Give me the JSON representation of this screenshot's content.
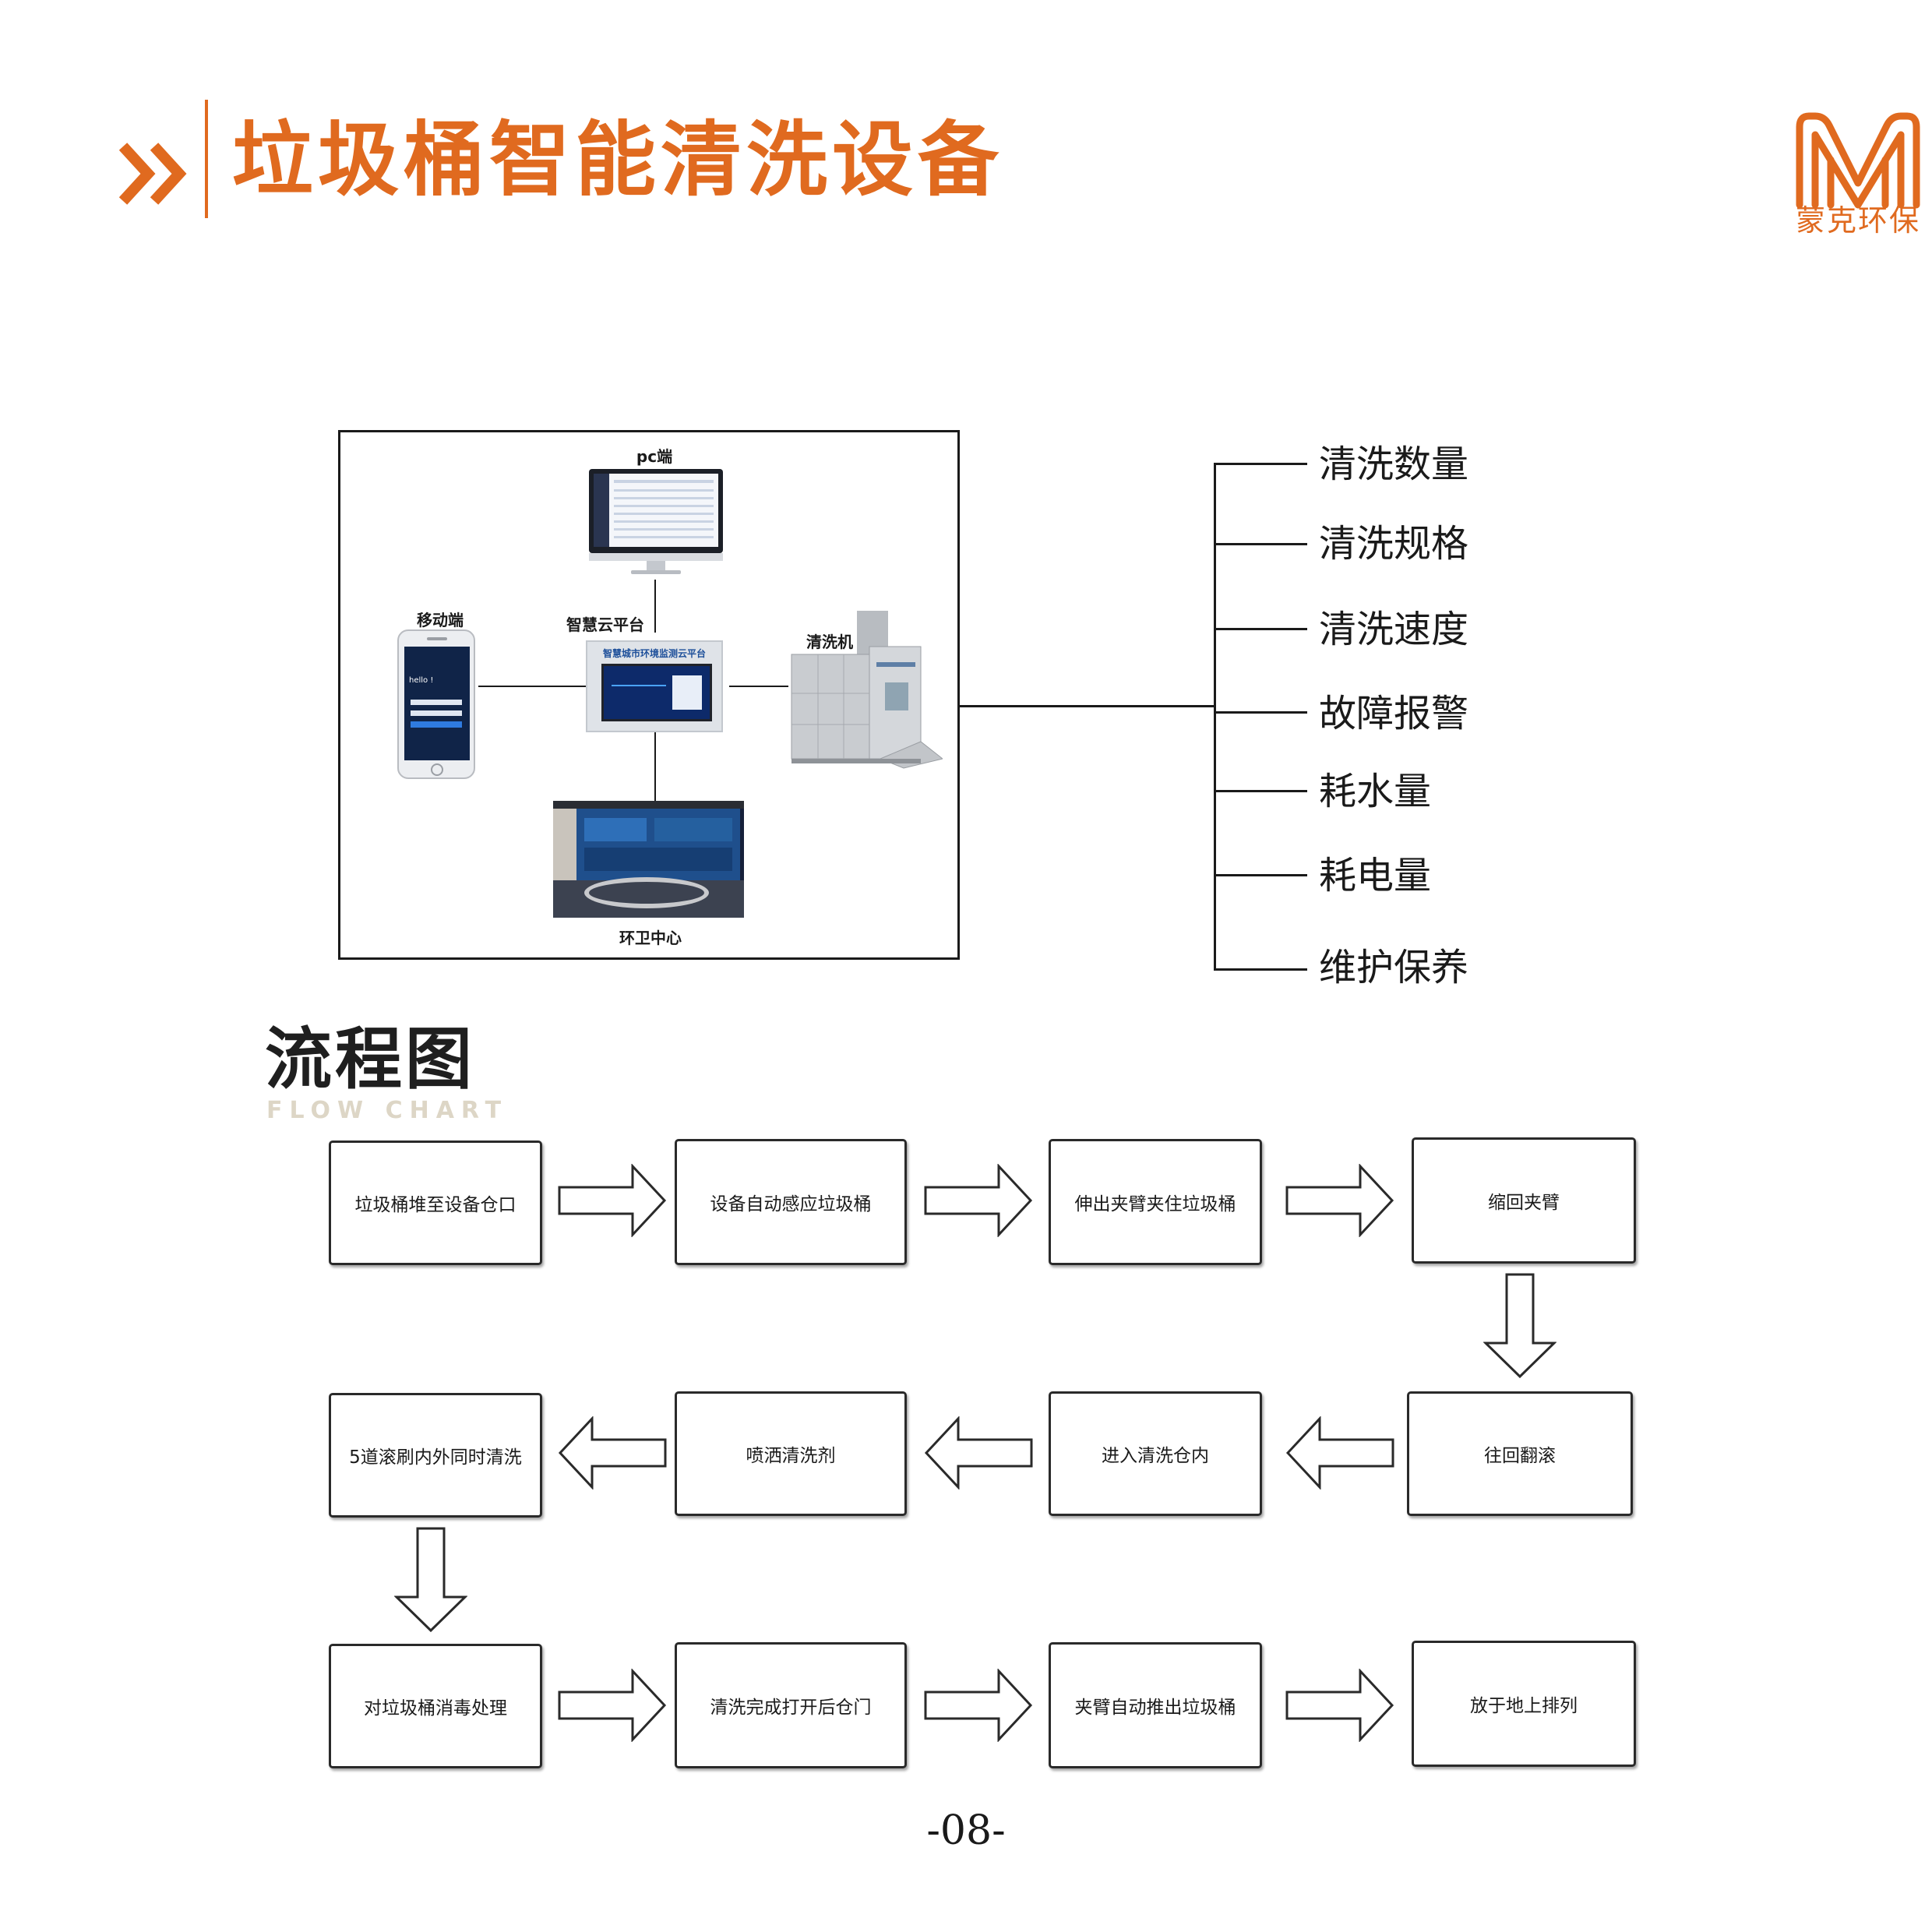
{
  "header": {
    "title": "垃圾桶智能清洗设备",
    "logo_text": "蒙克环保",
    "accent_color": "#e06a1f"
  },
  "system_diagram": {
    "pc_label": "pc端",
    "mobile_label": "移动端",
    "cloud_label": "智慧云平台",
    "cloud_screen_title": "智慧城市环境监测云平台",
    "machine_label": "清洗机",
    "center_label": "环卫中心",
    "phone_greeting": "hello !"
  },
  "features": [
    "清洗数量",
    "清洗规格",
    "清洗速度",
    "故障报警",
    "耗水量",
    "耗电量",
    "维护保养"
  ],
  "flow": {
    "title": "流程图",
    "subtitle": "FLOW CHART",
    "steps": [
      "垃圾桶堆至设备仓口",
      "设备自动感应垃圾桶",
      "伸出夹臂夹住垃圾桶",
      "缩回夹臂",
      "往回翻滚",
      "进入清洗仓内",
      "喷洒清洗剂",
      "5道滚刷内外同时清洗",
      "对垃圾桶消毒处理",
      "清洗完成打开后仓门",
      "夹臂自动推出垃圾桶",
      "放于地上排列"
    ]
  },
  "page_number": "-08-"
}
